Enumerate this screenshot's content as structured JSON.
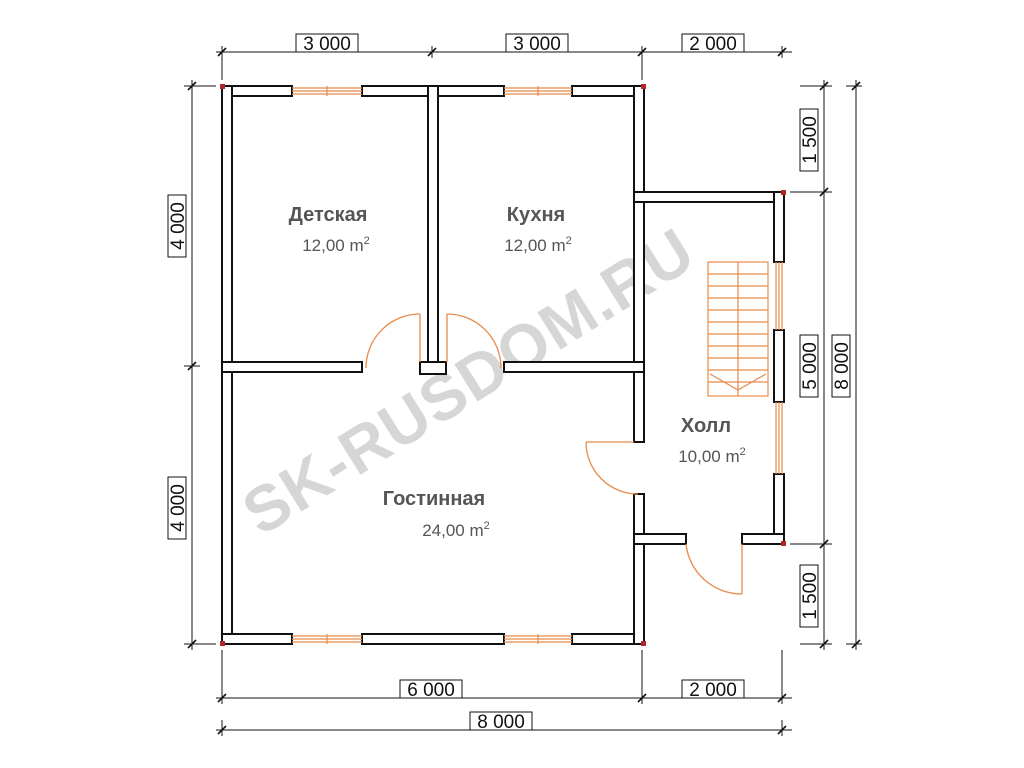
{
  "watermark": "SK-RUSDOM.RU",
  "colors": {
    "wall_fill": "#ffffff",
    "wall_stroke": "#111111",
    "window": "#e88a4a",
    "stair": "#e88a4a",
    "corner": "#b0282a"
  },
  "rooms": {
    "detskaya": {
      "name": "Детская",
      "area": "12,00 m",
      "unit_sup": "2"
    },
    "kukhnya": {
      "name": "Кухня",
      "area": "12,00 m",
      "unit_sup": "2"
    },
    "gostinnaya": {
      "name": "Гостинная",
      "area": "24,00 m",
      "unit_sup": "2"
    },
    "holl": {
      "name": "Холл",
      "area": "10,00 m",
      "unit_sup": "2"
    }
  },
  "dimensions": {
    "top": [
      "3 000",
      "3 000",
      "2 000"
    ],
    "bottom_segments": [
      "6 000",
      "2 000"
    ],
    "bottom_total": "8 000",
    "left": [
      "4 000",
      "4 000"
    ],
    "right_inner": [
      "1 500",
      "5 000",
      "1 500"
    ],
    "right_total": "8 000"
  }
}
